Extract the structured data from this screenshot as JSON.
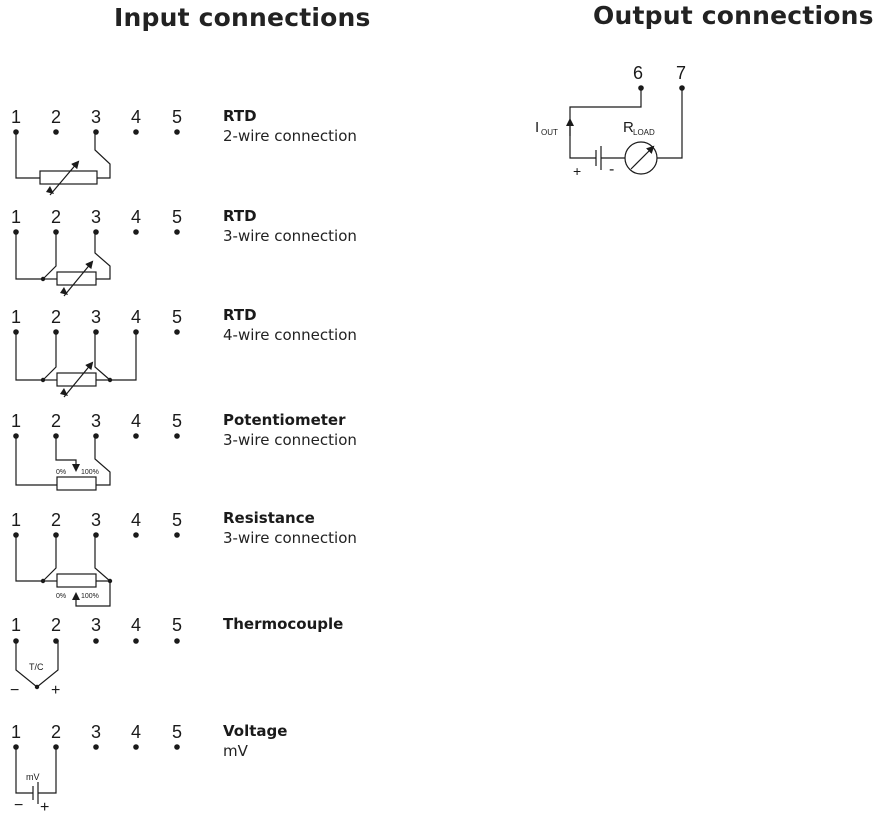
{
  "headings": {
    "input": "Input connections",
    "output": "Output connections"
  },
  "blocks": [
    {
      "title": "RTD",
      "subtitle": "2-wire connection"
    },
    {
      "title": "RTD",
      "subtitle": "3-wire connection"
    },
    {
      "title": "RTD",
      "subtitle": "4-wire connection"
    },
    {
      "title": "Potentiometer",
      "subtitle": "3-wire connection"
    },
    {
      "title": "Resistance",
      "subtitle": "3-wire connection"
    },
    {
      "title": "Thermocouple",
      "subtitle": ""
    },
    {
      "title": "Voltage",
      "subtitle": "mV"
    }
  ],
  "terminals": [
    "1",
    "2",
    "3",
    "4",
    "5"
  ],
  "output_terminals": [
    "6",
    "7"
  ],
  "labels": {
    "pot_zero": "0%",
    "pot_full": "100%",
    "tc": "T/C",
    "tc_minus": "−",
    "tc_plus": "+",
    "mv": "mV",
    "mv_minus": "−",
    "mv_plus": "+",
    "i_out_main": "I",
    "i_out_sub": "OUT",
    "r_load_main": "R",
    "r_load_sub": "LOAD",
    "out_plus": "+",
    "out_minus": "-"
  },
  "colors": {
    "line": "#1a1a1a",
    "text": "#1a1a1a"
  }
}
